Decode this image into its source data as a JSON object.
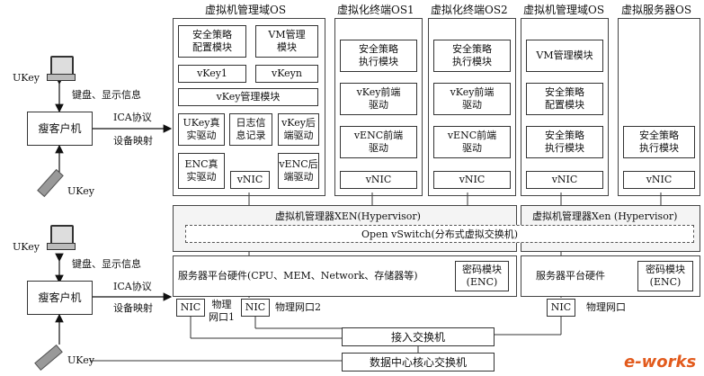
{
  "domains": {
    "mgmt1_title": "虚拟机管理域OS",
    "term1_title": "虚拟化终端OS1",
    "term2_title": "虚拟化终端OS2",
    "mgmt2_title": "虚拟机管理域OS",
    "server_title": "虚拟服务器OS"
  },
  "mgmt1": {
    "policy_config": "安全策略\n配置模块",
    "vm_manage": "VM管理\n模块",
    "vkey1": "vKey1",
    "vkeyn": "vKeyn",
    "vkey_manage": "vKey管理模块",
    "ukey_driver": "UKey真\n实驱动",
    "log": "日志信\n息记录",
    "vkey_backend": "vKey后\n端驱动",
    "enc_driver": "ENC真\n实驱动",
    "vnic": "vNIC",
    "venc_backend": "vENC后\n端驱动"
  },
  "term1": {
    "policy_exec": "安全策略\n执行模块",
    "vkey_front": "vKey前端\n驱动",
    "venc_front": "vENC前端\n驱动",
    "vnic": "vNIC"
  },
  "term2": {
    "policy_exec": "安全策略\n执行模块",
    "vkey_front": "vKey前端\n驱动",
    "venc_front": "vENC前端\n驱动",
    "vnic": "vNIC"
  },
  "mgmt2": {
    "vm_manage": "VM管理模块",
    "policy_config": "安全策略\n配置模块",
    "policy_exec": "安全策略\n执行模块",
    "vnic": "vNIC"
  },
  "server": {
    "policy_exec": "安全策略\n执行模块",
    "vnic": "vNIC"
  },
  "hypervisor_left": "虚拟机管理器XEN(Hypervisor)",
  "hypervisor_right": "虚拟机管理器Xen (Hypervisor)",
  "open_vswitch": "Open vSwitch(分布式虚拟交换机)",
  "hardware_left": "服务器平台硬件(CPU、MEM、Network、存储器等)",
  "crypto_left": "密码模块\n(ENC)",
  "hardware_right": "服务器平台硬件",
  "crypto_right": "密码模块\n(ENC)",
  "nic1": "NIC",
  "phys_port1": "物理\n网口1",
  "nic2": "NIC",
  "phys_port2": "物理网口2",
  "nic3": "NIC",
  "phys_port3": "物理网口",
  "access_switch": "接入交换机",
  "core_switch": "数据中心核心交换机",
  "client_top": {
    "ukey_label": "UKey",
    "kb_display": "键盘、显示信息",
    "thin_client": "瘦客户机",
    "ica": "ICA协议",
    "dev_map": "设备映射",
    "ukey_bottom": "UKey"
  },
  "client_bottom": {
    "ukey_label": "UKey",
    "kb_display": "键盘、显示信息",
    "thin_client": "瘦客户机",
    "ica": "ICA协议",
    "dev_map": "设备映射",
    "ukey_bottom": "UKey"
  },
  "watermark": "e-works"
}
